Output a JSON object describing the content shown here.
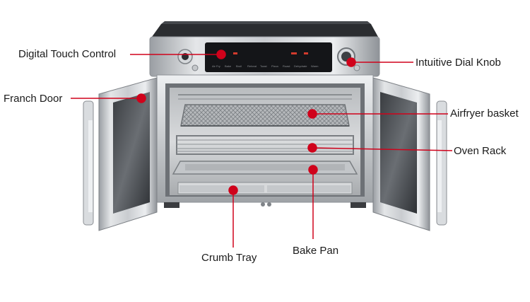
{
  "diagram": {
    "labels": {
      "digital_touch_control": "Digital Touch Control",
      "franch_door": "Franch Door",
      "intuitive_dial_knob": "Intuitive Dial Knob",
      "airfryer_basket": "Airfryer basket",
      "oven_rack": "Oven Rack",
      "crumb_tray": "Crumb Tray",
      "bake_pan": "Bake Pan"
    },
    "callout_color": "#d0021b",
    "appliance": "french-door-air-fryer-oven"
  }
}
